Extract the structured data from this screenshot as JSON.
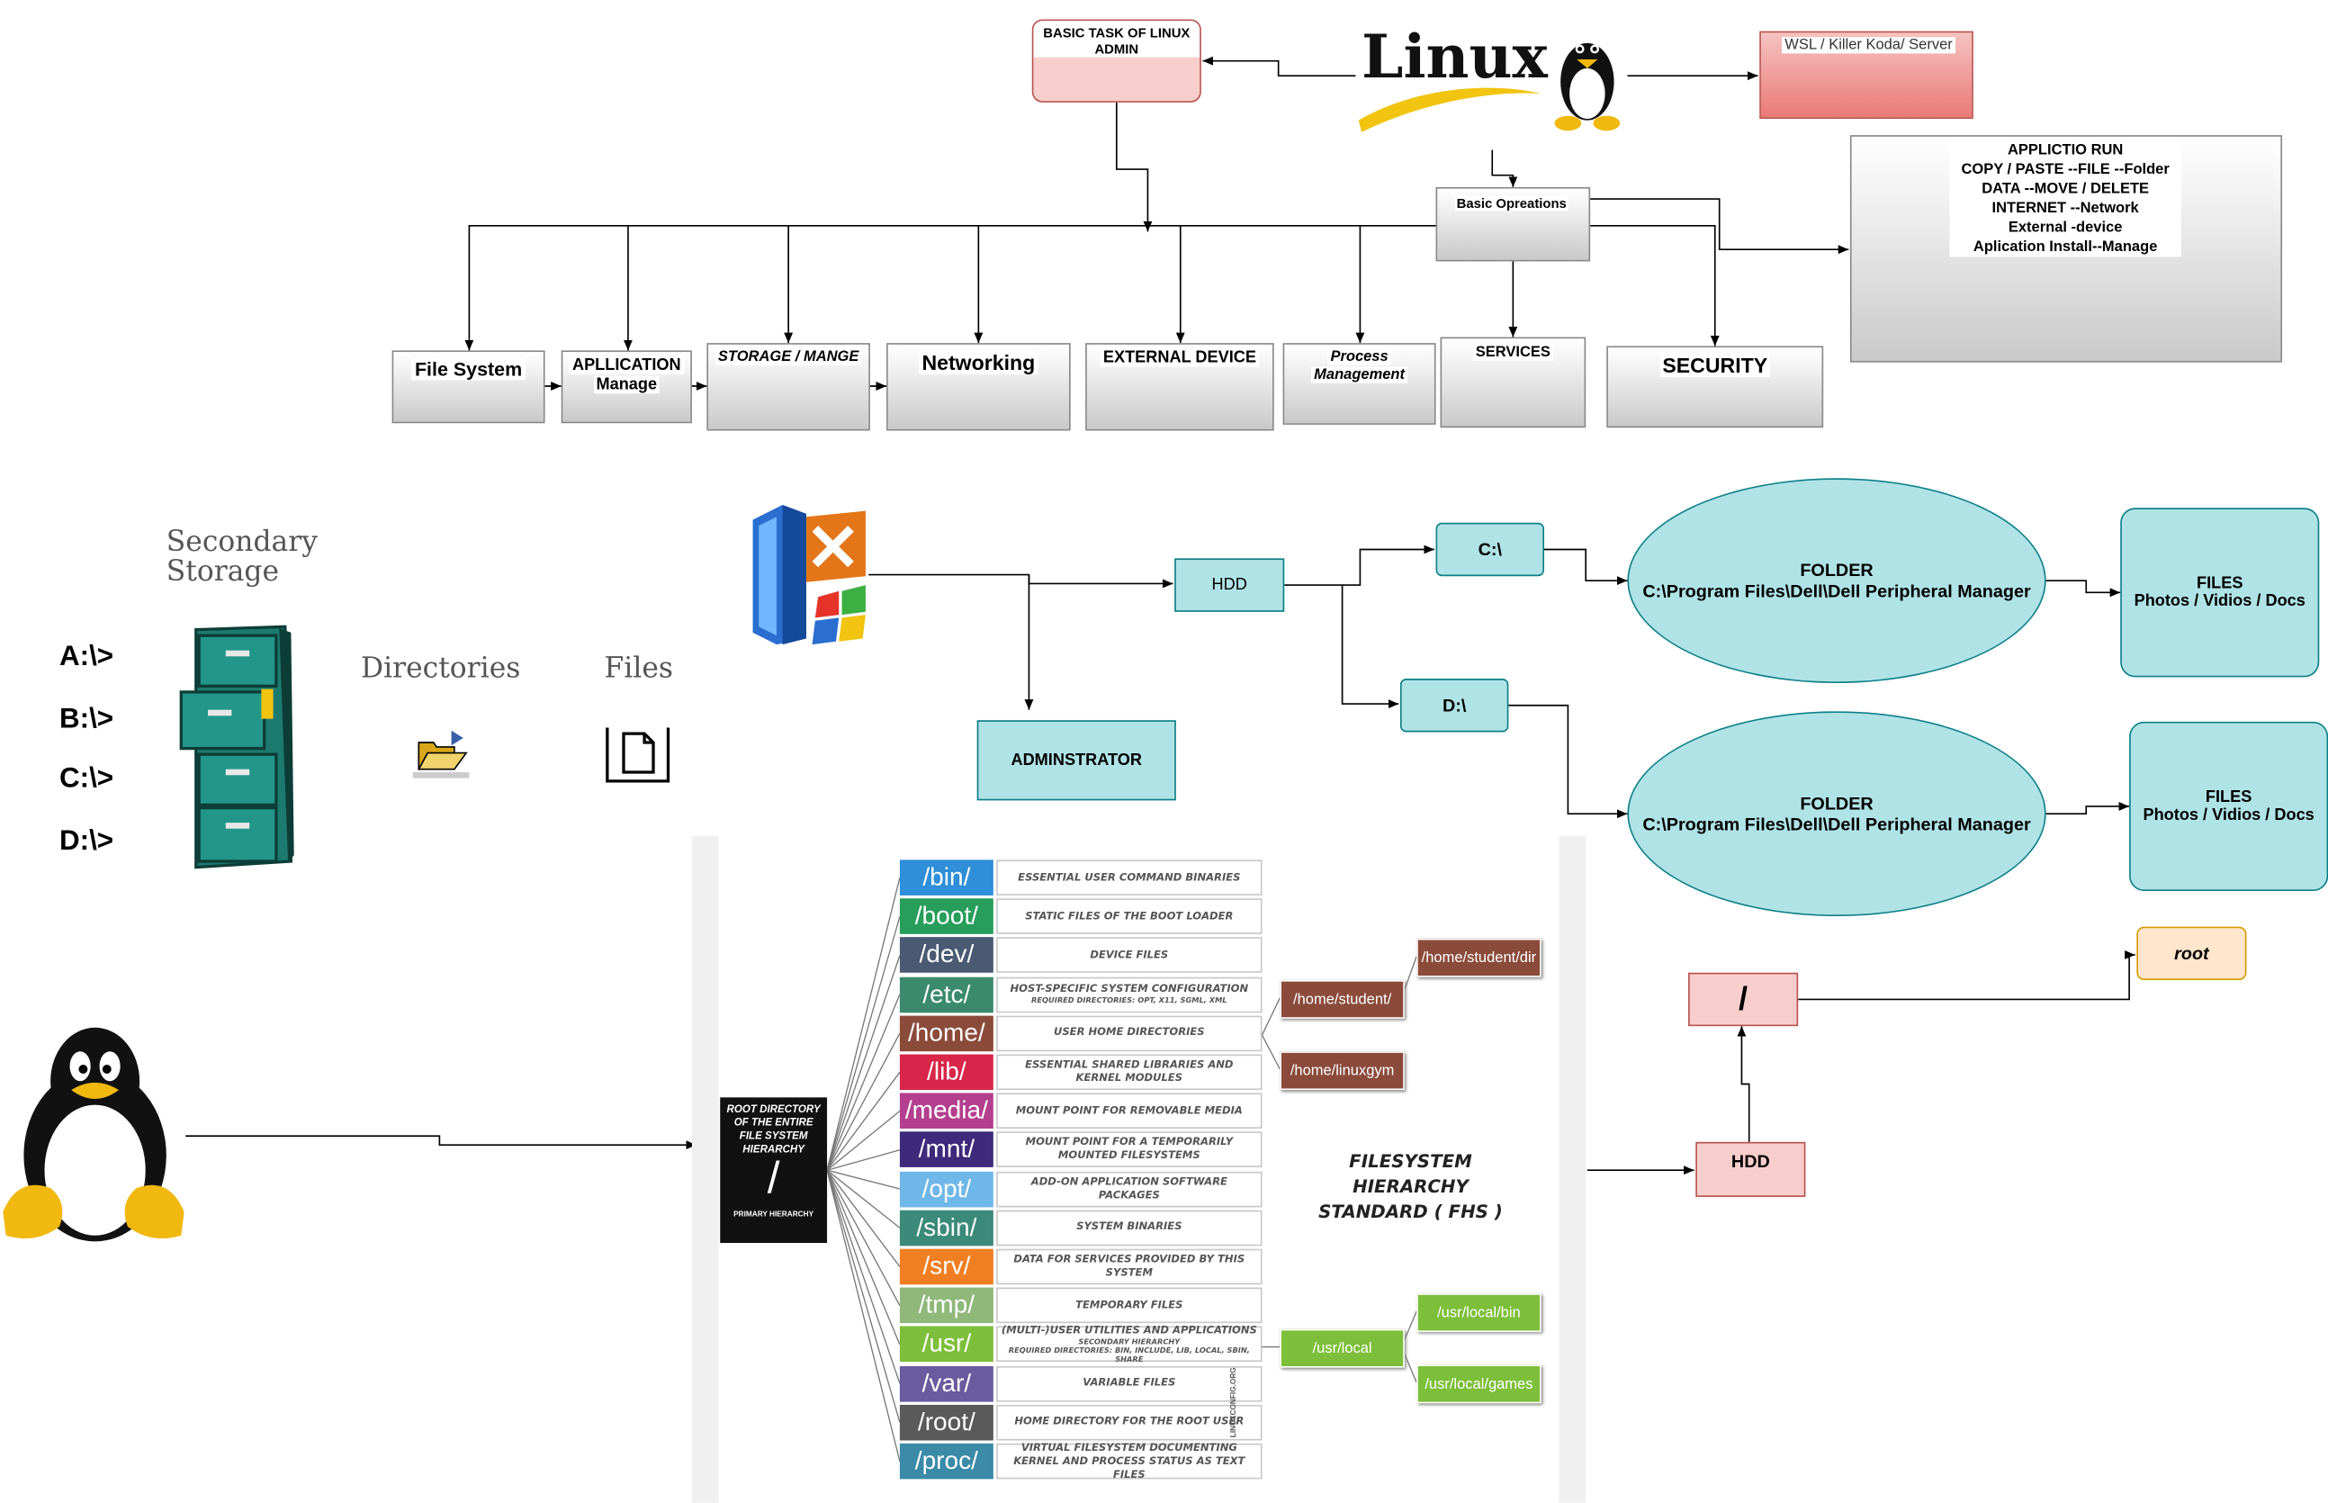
{
  "top": {
    "logo_text": "Linux",
    "basic_task": "BASIC TASK OF LINUX ADMIN",
    "wsl": "WSL / Killer Koda/ Server",
    "basic_ops": "Basic Opreations",
    "ops_lines": [
      "APPLICTIO RUN",
      "COPY / PASTE --FILE --Folder",
      "DATA --MOVE / DELETE",
      "INTERNET --Network",
      "External -device",
      "Aplication Install--Manage"
    ]
  },
  "categories": [
    {
      "line1": "File System",
      "line2": ""
    },
    {
      "line1": "APLLICATION",
      "line2": "Manage"
    },
    {
      "line1": "STORAGE / MANGE",
      "line2": ""
    },
    {
      "line1": "Networking",
      "line2": ""
    },
    {
      "line1": "EXTERNAL DEVICE",
      "line2": ""
    },
    {
      "line1": "Process",
      "line2": "Management"
    },
    {
      "line1": "SERVICES",
      "line2": ""
    },
    {
      "line1": "SECURITY",
      "line2": ""
    }
  ],
  "windows": {
    "secondary_storage": [
      "Secondary",
      "Storage"
    ],
    "drives": [
      "A:\\>",
      "B:\\>",
      "C:\\>",
      "D:\\>"
    ],
    "directories": "Directories",
    "files": "Files",
    "hdd": "HDD",
    "administrator": "ADMINSTRATOR",
    "c_drive": "C:\\",
    "d_drive": "D:\\",
    "folder_title": "FOLDER",
    "folder_path": "C:\\Program Files\\Dell\\Dell Peripheral Manager",
    "files_title": "FILES",
    "files_sub": "Photos / Vidios / Docs"
  },
  "fhs": {
    "root_caption": [
      "ROOT DIRECTORY",
      "OF THE ENTIRE",
      "FILE SYSTEM",
      "HIERARCHY"
    ],
    "root_slash": "/",
    "primary": "PRIMARY HIERARCHY",
    "title": [
      "FILESYSTEM HIERARCHY",
      "STANDARD ( FHS )"
    ],
    "credit": "LINUXCONFIG.ORG",
    "dirs": [
      {
        "name": "/bin/",
        "desc": "ESSENTIAL USER COMMAND BINARIES",
        "color": "#2f8fd8"
      },
      {
        "name": "/boot/",
        "desc": "STATIC FILES OF THE BOOT LOADER",
        "color": "#279e5c"
      },
      {
        "name": "/dev/",
        "desc": "DEVICE FILES",
        "color": "#4a5a73"
      },
      {
        "name": "/etc/",
        "desc": "HOST-SPECIFIC SYSTEM CONFIGURATION",
        "sub": "REQUIRED DIRECTORIES: OPT, X11, SGML, XML",
        "color": "#3b8a6e"
      },
      {
        "name": "/home/",
        "desc": "USER HOME DIRECTORIES",
        "color": "#8b4b3a"
      },
      {
        "name": "/lib/",
        "desc": "ESSENTIAL SHARED LIBRARIES AND KERNEL MODULES",
        "color": "#d8264b"
      },
      {
        "name": "/media/",
        "desc": "MOUNT POINT FOR REMOVABLE MEDIA",
        "color": "#b33f8e"
      },
      {
        "name": "/mnt/",
        "desc": "MOUNT POINT FOR A TEMPORARILY MOUNTED FILESYSTEMS",
        "color": "#3d2a7a"
      },
      {
        "name": "/opt/",
        "desc": "ADD-ON APPLICATION SOFTWARE PACKAGES",
        "color": "#6fb7e8"
      },
      {
        "name": "/sbin/",
        "desc": "SYSTEM BINARIES",
        "color": "#3b8a7a"
      },
      {
        "name": "/srv/",
        "desc": "DATA FOR SERVICES PROVIDED BY THIS SYSTEM",
        "color": "#ef7f22"
      },
      {
        "name": "/tmp/",
        "desc": "TEMPORARY FILES",
        "color": "#8fb87a"
      },
      {
        "name": "/usr/",
        "desc": "(MULTI-)USER UTILITIES AND APPLICATIONS",
        "sub": "SECONDARY HIERARCHY",
        "sub2": "REQUIRED DIRECTORIES: BIN, INCLUDE, LIB, LOCAL, SBIN, SHARE",
        "color": "#7dbf3a"
      },
      {
        "name": "/var/",
        "desc": "VARIABLE FILES",
        "color": "#6a5a9e"
      },
      {
        "name": "/root/",
        "desc": "HOME DIRECTORY FOR THE ROOT USER",
        "color": "#5a5a5a"
      },
      {
        "name": "/proc/",
        "desc": "VIRTUAL FILESYSTEM DOCUMENTING KERNEL AND PROCESS STATUS AS TEXT FILES",
        "color": "#3a8aa8"
      }
    ],
    "home_student": "/home/student/",
    "home_student_dir": "/home/student/dir",
    "home_linuxgym": "/home/linuxgym",
    "usr_local": "/usr/local",
    "usr_local_bin": "/usr/local/bin",
    "usr_local_games": "/usr/local/games"
  },
  "linux_fs": {
    "slash": "/",
    "hdd": "HDD",
    "root": "root"
  }
}
